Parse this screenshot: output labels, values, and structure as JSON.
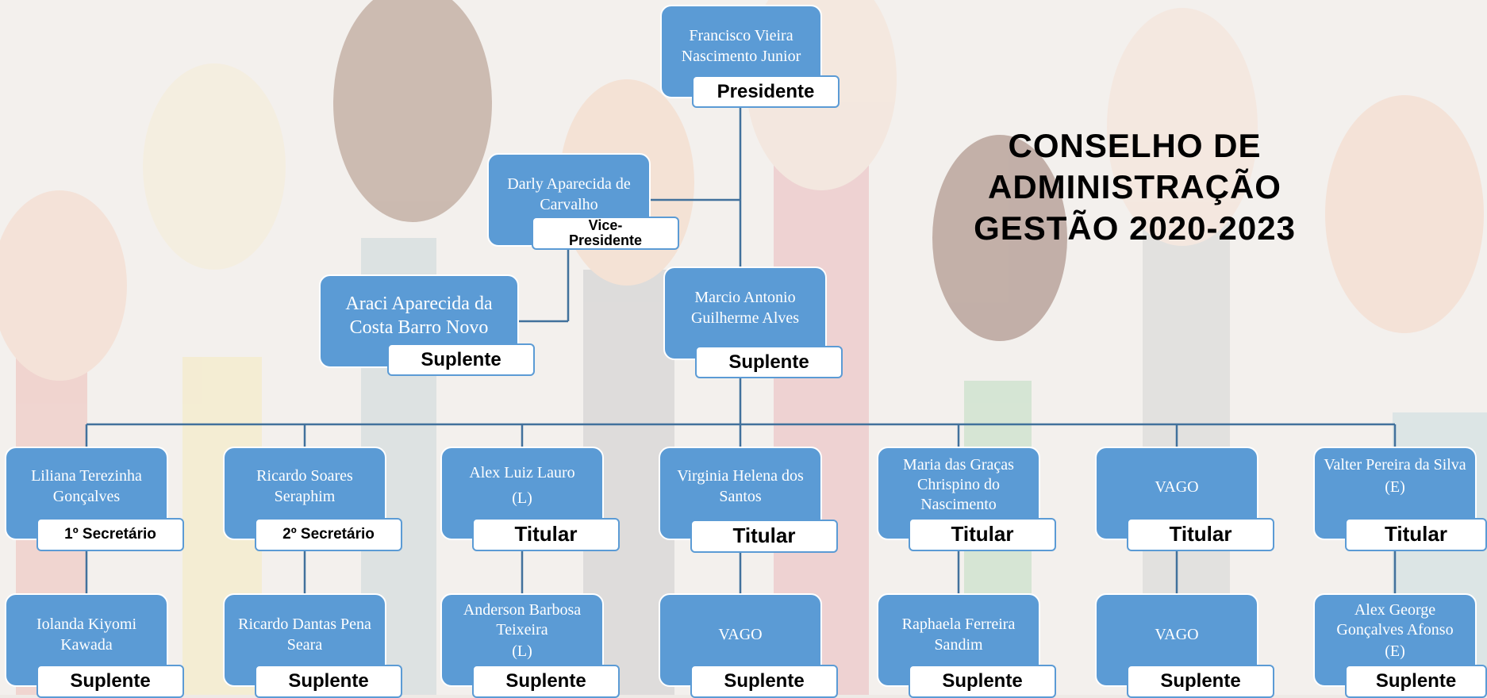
{
  "title": {
    "line1": "CONSELHO DE",
    "line2": "ADMINISTRAÇÃO",
    "line3": "GESTÃO 2020-2023"
  },
  "colors": {
    "box_fill": "#5b9bd5",
    "box_border": "#ffffff",
    "label_border": "#5b9bd5",
    "connector": "#41719c",
    "title_text": "#000000"
  },
  "board": {
    "president": {
      "name": "Francisco Vieira Nascimento Junior",
      "role": "Presidente"
    },
    "vice_president": {
      "name": "Darly Aparecida de Carvalho",
      "role": "Vice-Presidente"
    },
    "vice_substitute": {
      "name": "Araci Aparecida da Costa Barro Novo",
      "role": "Suplente"
    },
    "president_substitute": {
      "name": "Marcio Antonio Guilherme Alves",
      "role": "Suplente"
    },
    "members": [
      {
        "name": "Liliana Terezinha Gonçalves",
        "tag": "",
        "role": "1º Secretário"
      },
      {
        "name": "Ricardo Soares Seraphim",
        "tag": "",
        "role": "2º Secretário"
      },
      {
        "name": "Alex Luiz Lauro",
        "tag": "(L)",
        "role": "Titular"
      },
      {
        "name": "Virginia Helena dos Santos",
        "tag": "",
        "role": "Titular"
      },
      {
        "name": "Maria das Graças Chrispino do Nascimento",
        "tag": "",
        "role": "Titular"
      },
      {
        "name": "VAGO",
        "tag": "",
        "role": "Titular"
      },
      {
        "name": "Valter Pereira da Silva",
        "tag": "(E)",
        "role": "Titular"
      }
    ],
    "substitutes": [
      {
        "name": "Iolanda Kiyomi Kawada",
        "tag": "",
        "role": "Suplente"
      },
      {
        "name": "Ricardo Dantas Pena Seara",
        "tag": "",
        "role": "Suplente"
      },
      {
        "name": "Anderson Barbosa Teixeira",
        "tag": "(L)",
        "role": "Suplente"
      },
      {
        "name": "VAGO",
        "tag": "",
        "role": "Suplente"
      },
      {
        "name": "Raphaela Ferreira Sandim",
        "tag": "",
        "role": "Suplente"
      },
      {
        "name": "VAGO",
        "tag": "",
        "role": "Suplente"
      },
      {
        "name": "Alex George Gonçalves Afonso",
        "tag": "(E)",
        "role": "Suplente"
      }
    ]
  }
}
